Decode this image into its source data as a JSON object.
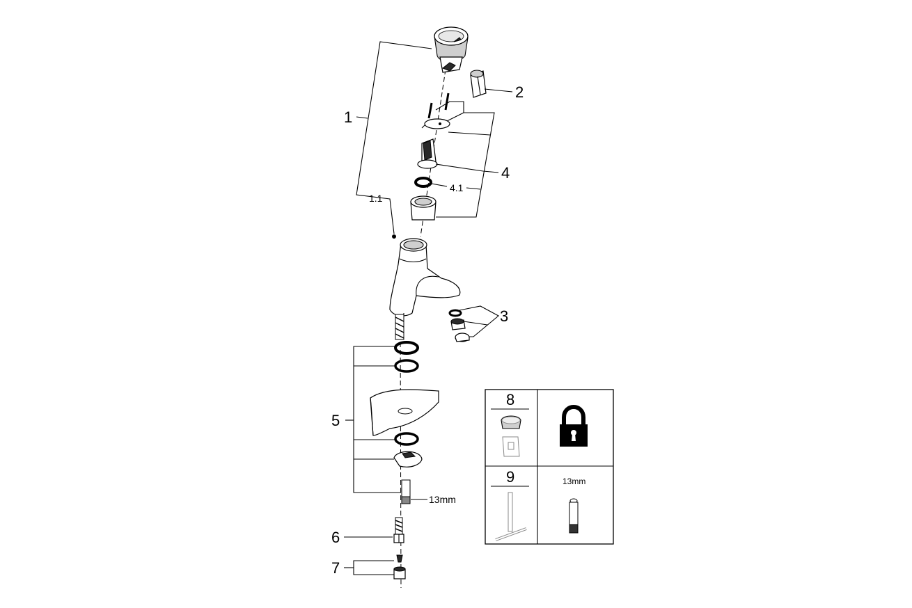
{
  "callouts": {
    "c1": "1",
    "c1_1": "1.1",
    "c2": "2",
    "c3": "3",
    "c4": "4",
    "c4_1": "4.1",
    "c5": "5",
    "c6": "6",
    "c7": "7",
    "wrench_size": "13mm"
  },
  "legend": {
    "item8": "8",
    "item9": "9",
    "tool_size": "13mm",
    "lock_icon": "padlock-icon"
  }
}
